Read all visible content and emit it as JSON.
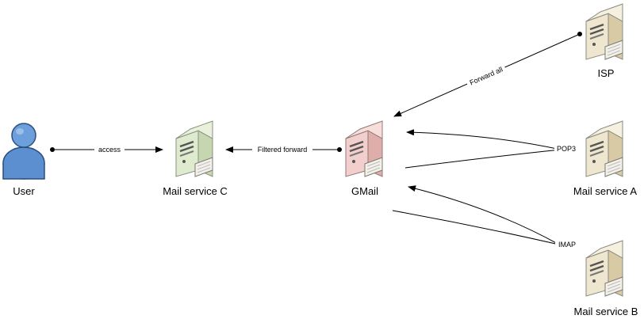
{
  "colors": {
    "server_beige": "#efe6cf",
    "server_green": "#dfebcf",
    "server_pink": "#f2cfcc",
    "user_blue": "#5b8fd0",
    "line": "#000000"
  },
  "nodes": {
    "user": {
      "label": "User",
      "icon": "person-icon"
    },
    "mail_service_c": {
      "label": "Mail service C",
      "icon": "server-icon"
    },
    "gmail": {
      "label": "GMail",
      "icon": "server-icon"
    },
    "isp": {
      "label": "ISP",
      "icon": "server-icon"
    },
    "mail_service_a": {
      "label": "Mail service A",
      "icon": "server-icon"
    },
    "mail_service_b": {
      "label": "Mail service B",
      "icon": "server-icon"
    }
  },
  "edges": {
    "access": "access",
    "filtered_forward": "Filtered forward",
    "forward_all": "Forward all",
    "pop3": "POP3",
    "imap": "IMAP"
  }
}
